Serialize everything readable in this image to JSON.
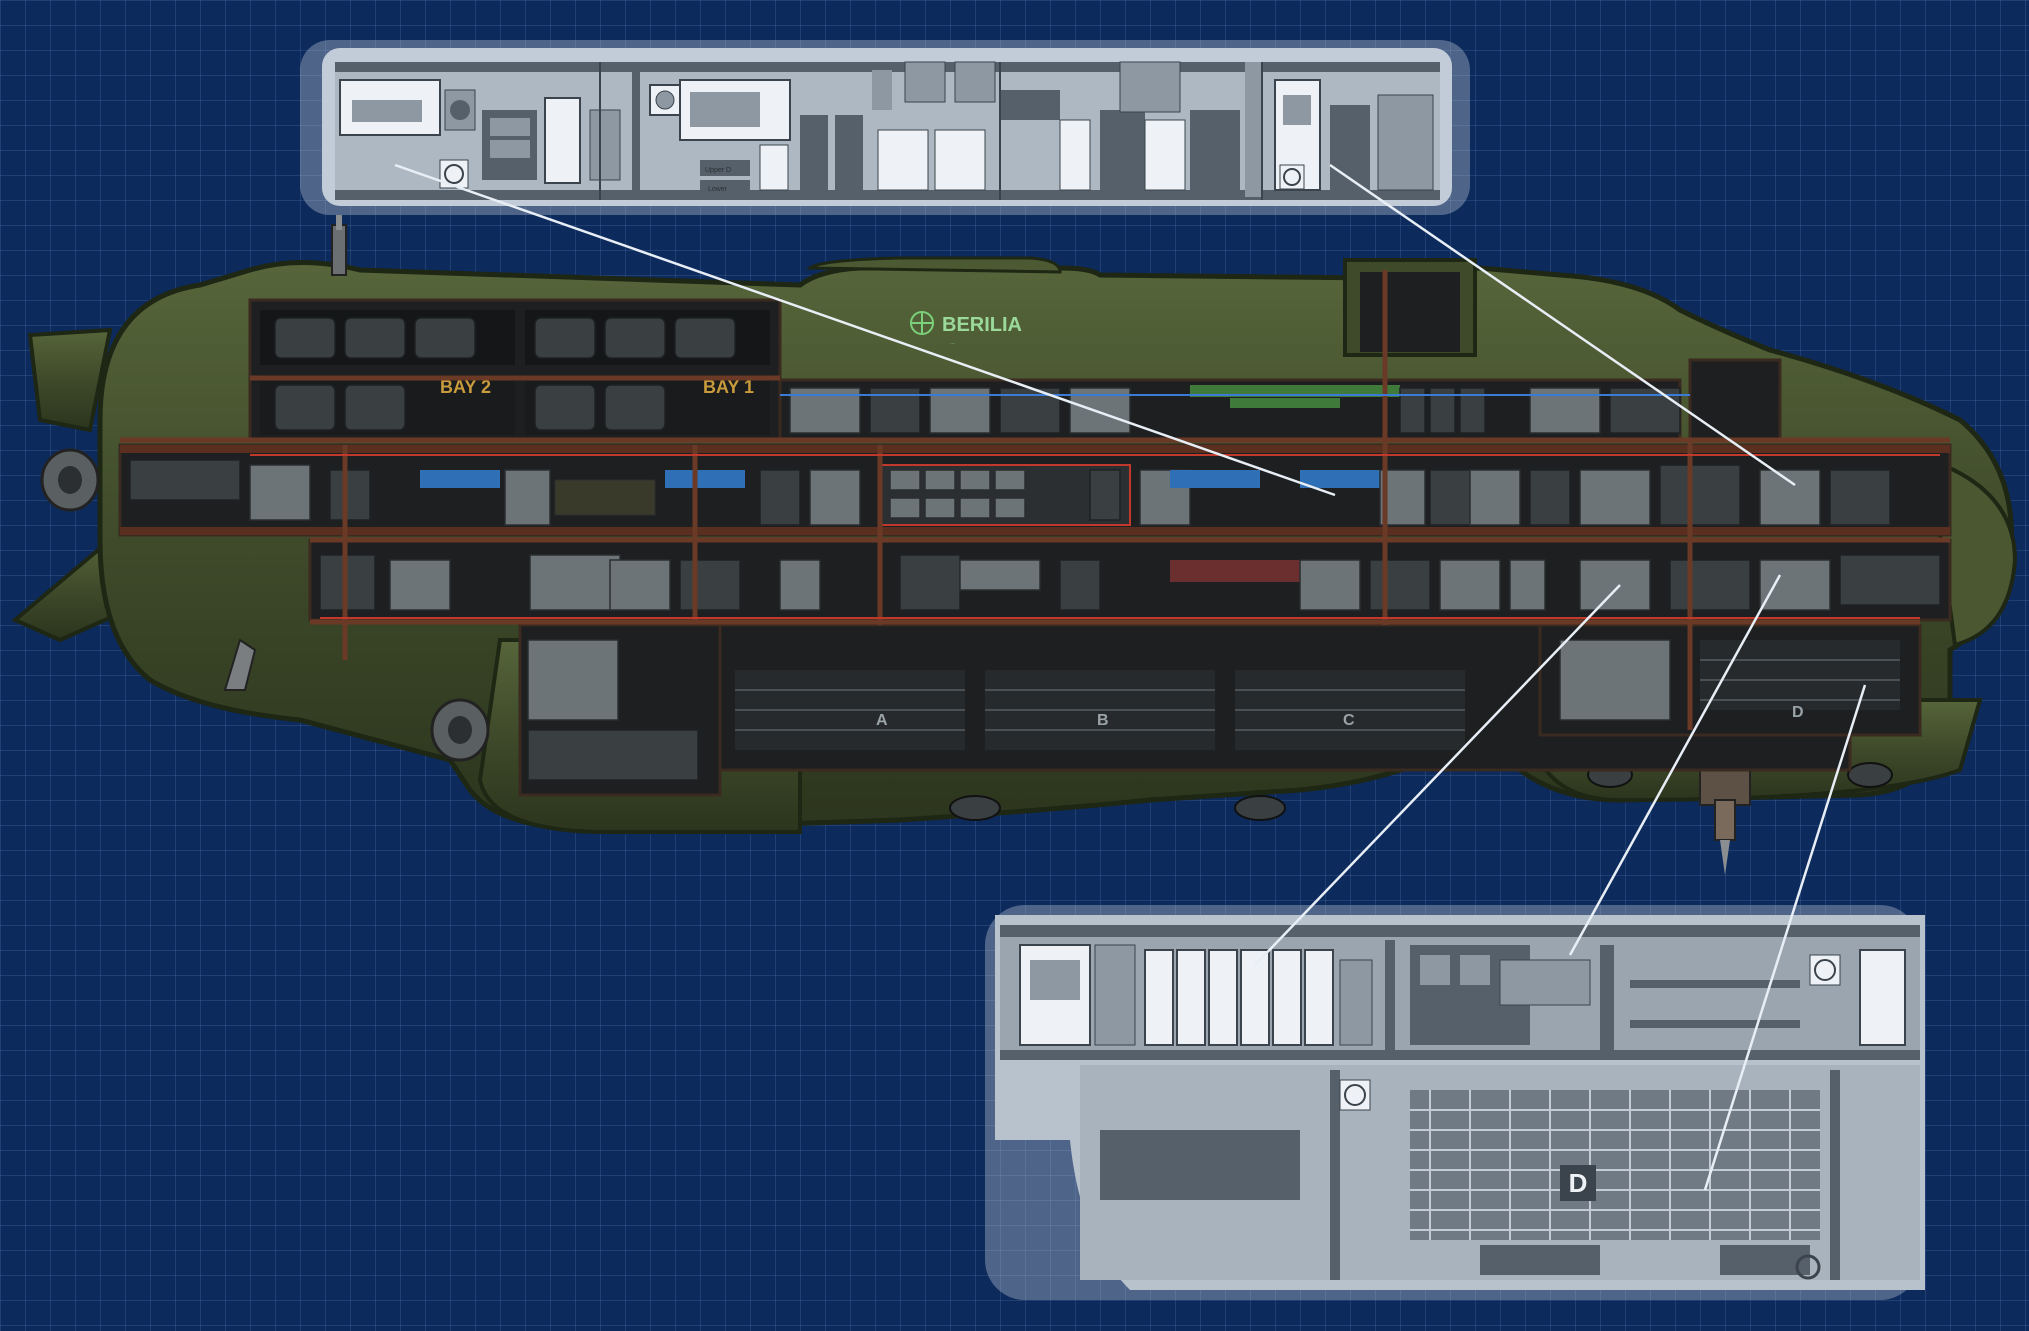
{
  "ship": {
    "name": "BERILIA",
    "name_subtitle": "...",
    "hull_color": "#3e4a2a",
    "background_color": "#0d2a5c",
    "bays": [
      "BAY 2",
      "BAY 1"
    ],
    "cargo_holds": [
      "A",
      "B",
      "C",
      "D"
    ]
  },
  "top_detail": {
    "elevator_labels": [
      "Upper D",
      "Lower"
    ]
  },
  "bottom_detail": {
    "cargo_label": "D"
  },
  "icons": [
    "helm-wheel-icon",
    "ventilation-fan-icon",
    "hatch-icon"
  ]
}
